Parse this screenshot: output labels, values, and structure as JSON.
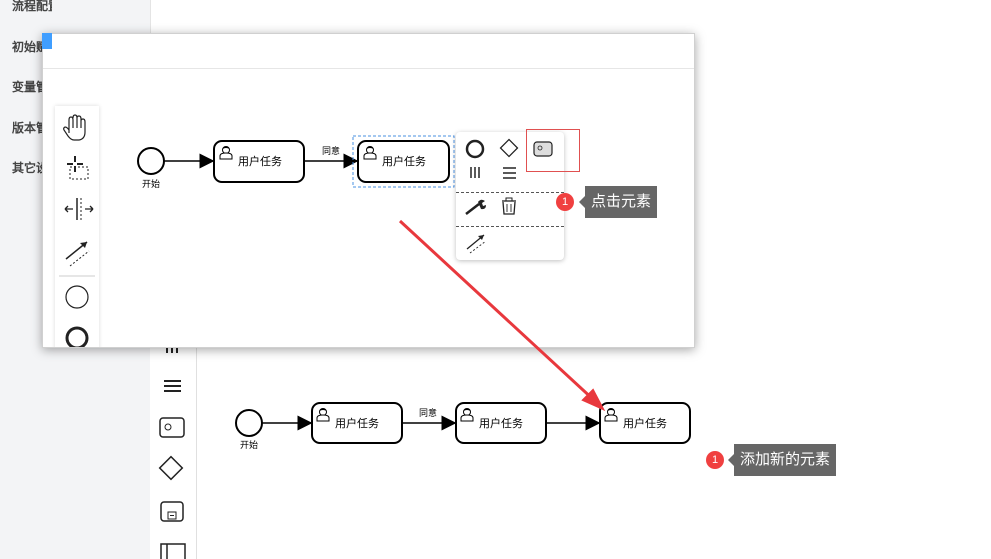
{
  "sidebar": {
    "items": [
      {
        "label": "流程配置"
      },
      {
        "label": "初始赋值"
      },
      {
        "label": "变量管理"
      },
      {
        "label": "版本管理"
      },
      {
        "label": "其它设置"
      }
    ]
  },
  "diagram_before": {
    "start_label": "开始",
    "flow_label": "同意",
    "task1_label": "用户任务",
    "task2_label": "用户任务"
  },
  "diagram_after": {
    "start_label": "开始",
    "flow_label": "同意",
    "task1_label": "用户任务",
    "task2_label": "用户任务",
    "task3_label": "用户任务"
  },
  "tips": [
    {
      "number": "1",
      "text": "点击元素"
    },
    {
      "number": "1",
      "text": "添加新的元素"
    }
  ],
  "icons": {
    "hand_tool": "hand-tool-icon",
    "lasso_tool": "lasso-tool-icon",
    "space_tool": "space-tool-icon",
    "connect_tool": "global-connect-icon",
    "start_event": "start-event-icon",
    "end_event": "end-event-icon",
    "task": "user-task-icon",
    "gateway": "gateway-icon",
    "subprocess": "subprocess-icon",
    "wrench": "wrench-icon",
    "trash": "trash-icon"
  },
  "colors": {
    "tip_dot": "#f04040",
    "tip_label_bg": "#666666",
    "arrow": "#e8383d",
    "accent": "#409eff",
    "selection": "#4a90e2"
  }
}
